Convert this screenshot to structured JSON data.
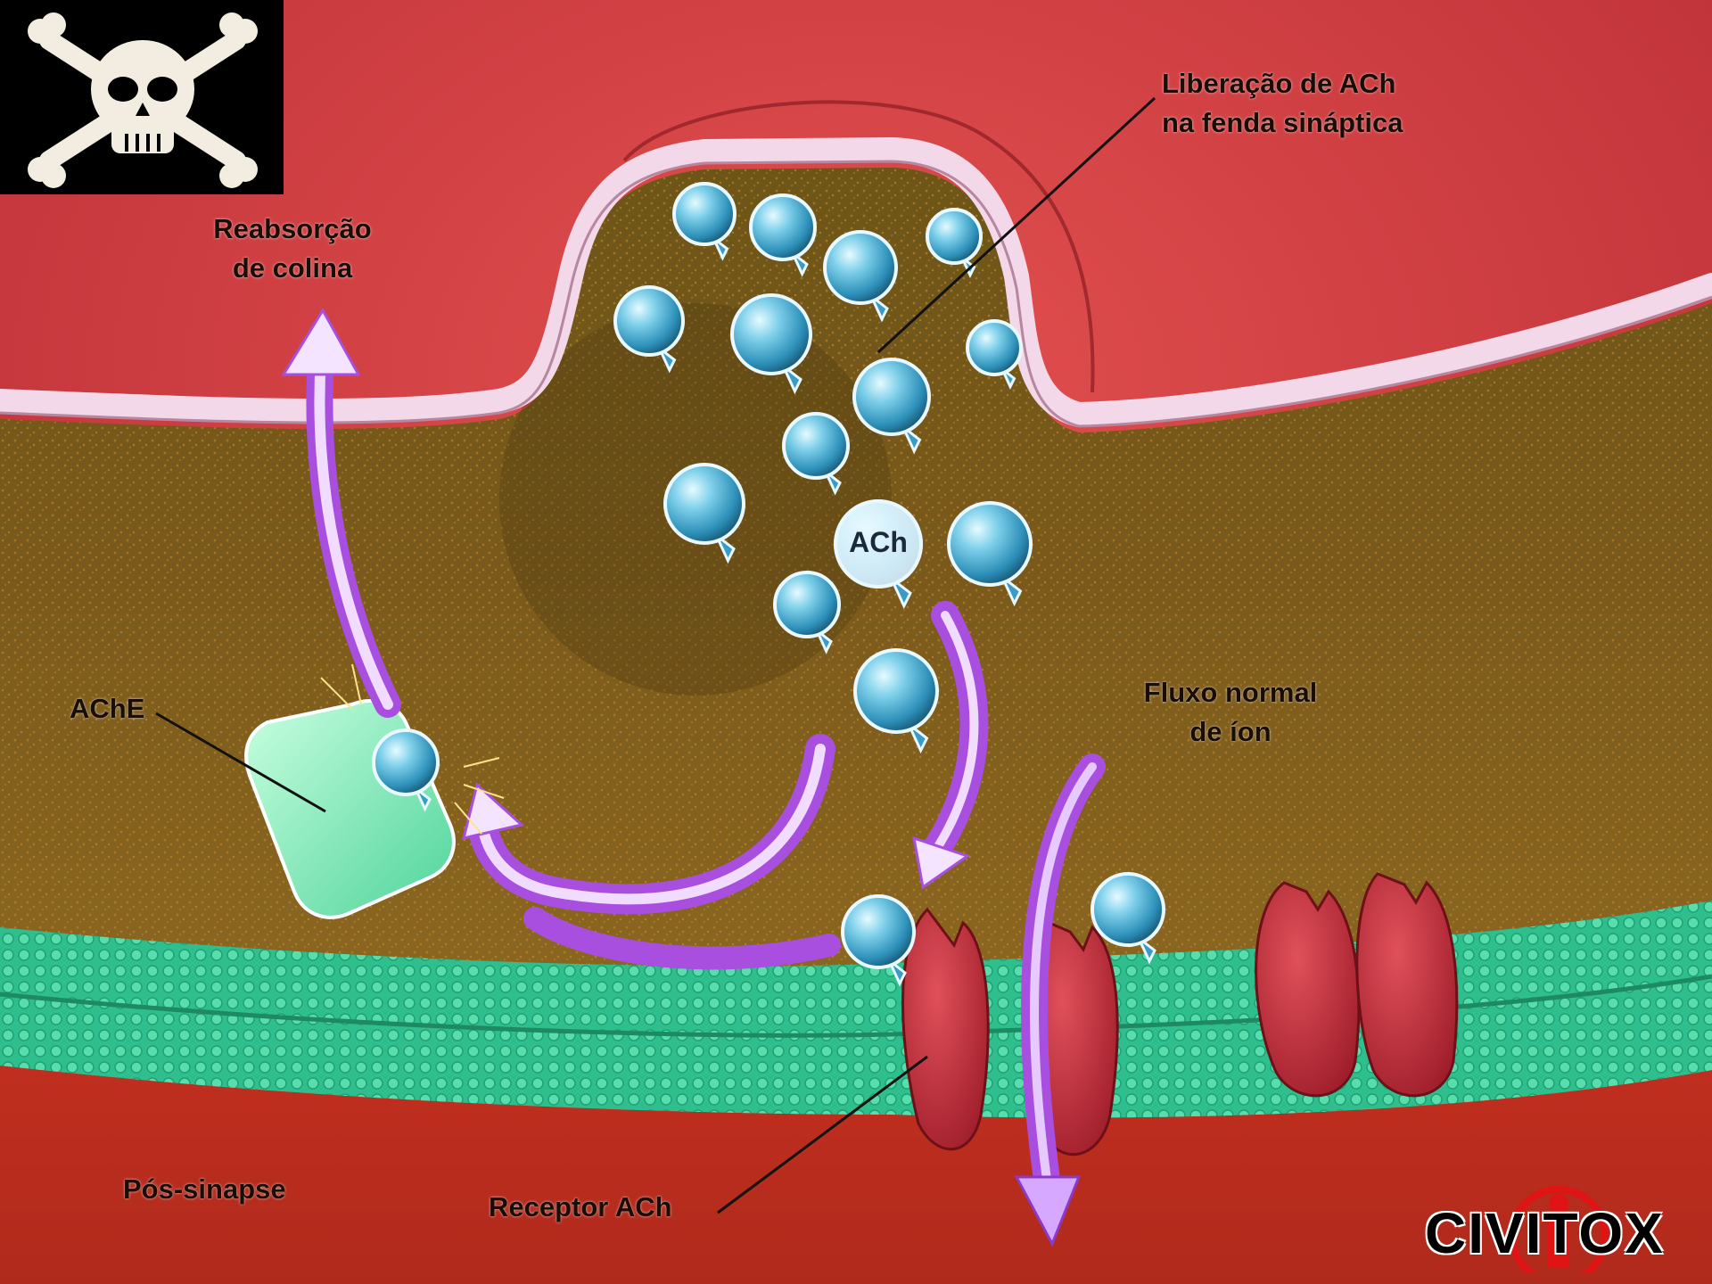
{
  "labels": {
    "release_line1": "Liberação de ACh",
    "release_line2": "na fenda sináptica",
    "reabsorption_line1": "Reabsorção",
    "reabsorption_line2": "de colina",
    "enzyme": "AChE",
    "ion_flow_line1": "Fluxo normal",
    "ion_flow_line2": "de íon",
    "postsynapse": "Pós-sinapse",
    "receptor": "Receptor ACh",
    "ach_molecule": "ACh"
  },
  "logo": {
    "text": "CIVITOX"
  },
  "icons": [
    "skull-crossbones-icon"
  ],
  "colors": {
    "presynaptic": "#d3393c",
    "cleft": "#7a5a1e",
    "membrane_presynaptic": "#f2d6ea",
    "membrane_postsynaptic": "#2dbf8f",
    "postsynaptic": "#c2301f",
    "ach_molecule": "#4fb3d4",
    "enzyme": "#7ae8b0",
    "receptor": "#c62a3a",
    "arrow": "#a44ce0"
  }
}
